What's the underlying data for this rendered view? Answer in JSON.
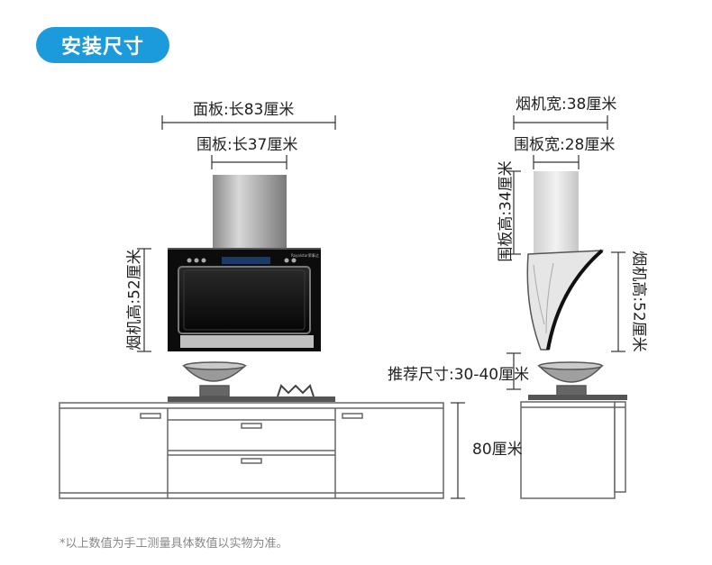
{
  "header": {
    "title": "安装尺寸"
  },
  "front_view": {
    "panel_length": "面板:长83厘米",
    "chimney_length": "围板:长37厘米",
    "hood_height": "烟机高:52厘米",
    "brand_text": "Royalstar荣事达",
    "cabinet_height": "80厘米"
  },
  "side_view": {
    "hood_width": "烟机宽:38厘米",
    "chimney_width": "围板宽:28厘米",
    "chimney_height": "围板高:34厘米",
    "hood_height": "烟机高:52厘米",
    "recommended_clearance": "推荐尺寸:30-40厘米"
  },
  "footnote": "*以上数值为手工测量具体数值以实物为准。"
}
